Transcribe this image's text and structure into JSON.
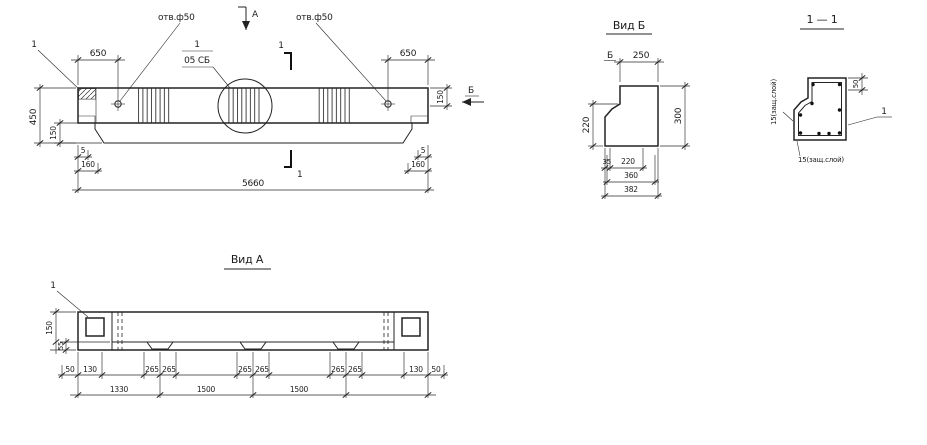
{
  "main_view": {
    "end_callout": "1",
    "hole_left": "отв.ф50",
    "hole_right": "отв.ф50",
    "view_a_mark": "А",
    "view_b_mark": "Б",
    "pos_number": "1",
    "pos_mark": "05 СБ",
    "section_top": "1",
    "section_bottom": "1",
    "dim_650_left": "650",
    "dim_650_right": "650",
    "dim_450": "450",
    "dim_150_flange": "150",
    "dim_150_right": "150",
    "dim_5_left": "5",
    "dim_160_left": "160",
    "dim_5_right": "5",
    "dim_160_right": "160",
    "dim_total": "5660"
  },
  "view_b": {
    "title": "Вид Б",
    "flag": "Б",
    "dim_250": "250",
    "dim_300": "300",
    "dim_220_side": "220",
    "dim_35": "35",
    "dim_220_bot": "220",
    "dim_360": "360",
    "dim_382": "382"
  },
  "section_11": {
    "title": "1 — 1",
    "dim_50": "50",
    "cover_side": "15(защ.слой)",
    "cover_bottom": "15(защ.слой)",
    "bar_callout": "1"
  },
  "view_a": {
    "title": "Вид А",
    "end_callout": "1",
    "dim_150": "150",
    "dim_55": "55",
    "row1": [
      "50",
      "130",
      "265",
      "265",
      "265",
      "265",
      "265",
      "265",
      "130",
      "50"
    ],
    "row2": [
      "1330",
      "1500",
      "1500"
    ]
  }
}
